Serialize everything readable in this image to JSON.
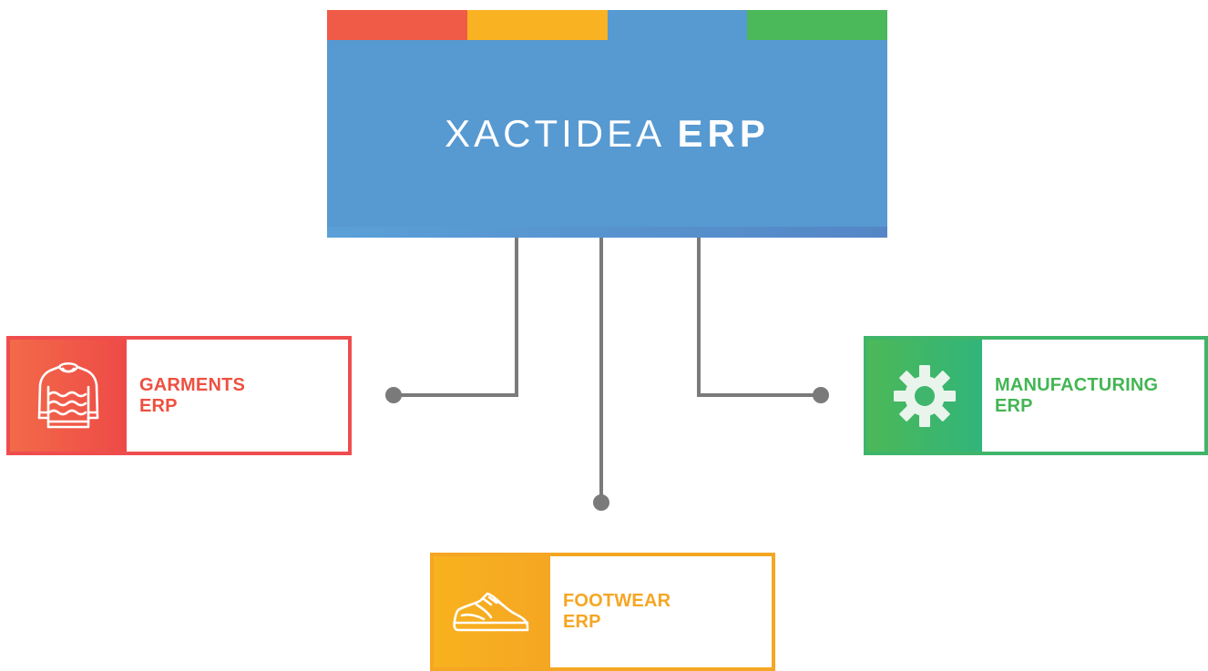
{
  "hub": {
    "title_light": "XACTIDEA",
    "title_bold": "ERP",
    "strip_colors": [
      "#f05b47",
      "#f9b221",
      "#5799d1",
      "#4bb85a"
    ],
    "body_color": "#5799d1"
  },
  "modules": {
    "garments": {
      "line1": "GARMENTS",
      "line2": "ERP",
      "icon": "sweater-icon",
      "color": "#ee5040"
    },
    "manufacturing": {
      "line1": "MANUFACTURING",
      "line2": "ERP",
      "icon": "gear-icon",
      "color": "#44b554"
    },
    "footwear": {
      "line1": "FOOTWEAR",
      "line2": "ERP",
      "icon": "shoe-icon",
      "color": "#f5a623"
    }
  },
  "connector_color": "#7a7a7a"
}
